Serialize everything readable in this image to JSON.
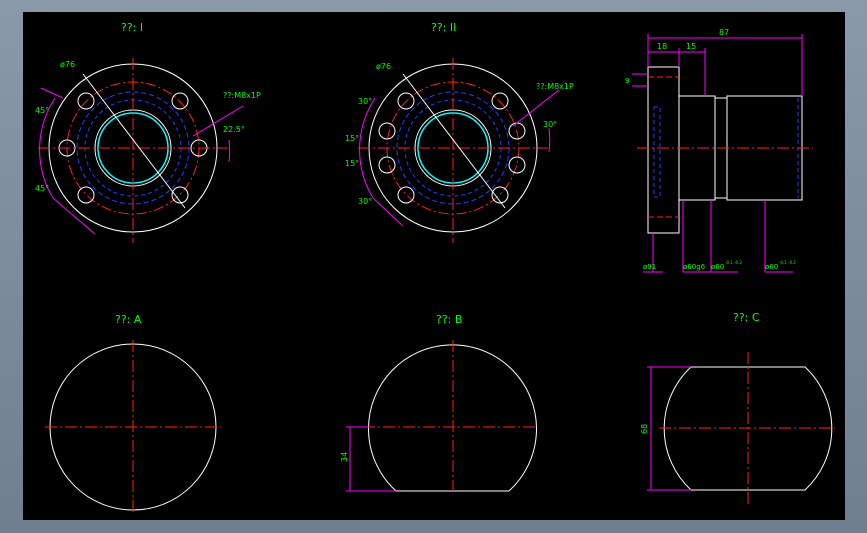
{
  "colors": {
    "background": "#000000",
    "geometry": "#ffffff",
    "centerline": "#ff2020",
    "hidden": "#2040ff",
    "dimension": "#ff00ff",
    "text": "#00ff00",
    "bore": "#00ffff"
  },
  "views": {
    "view1": {
      "title": "??: I",
      "dia": "ø76",
      "thread": "??:M8x1P",
      "angle_a": "45°",
      "angle_b": "45°",
      "angle_c": "22.5°"
    },
    "view2": {
      "title": "??: II",
      "dia": "ø76",
      "thread": "??:M8x1P",
      "angle_30a": "30°",
      "angle_15a": "15°",
      "angle_15b": "15°",
      "angle_30b": "30°",
      "angle_30r": "30°"
    },
    "view3": {
      "dim_total": "87",
      "dim_18": "18",
      "dim_15": "15",
      "dim_9": "9",
      "d1": "ø91",
      "d2": "ø60g6",
      "d3": "ø60",
      "d3_tol": "-0.1 -0.2",
      "d4": "ø60",
      "d4_tol": "-0.1 -0.2"
    },
    "viewA": {
      "title": "??: A"
    },
    "viewB": {
      "title": "??: B",
      "dim": "34"
    },
    "viewC": {
      "title": "??: C",
      "dim": "68"
    }
  }
}
